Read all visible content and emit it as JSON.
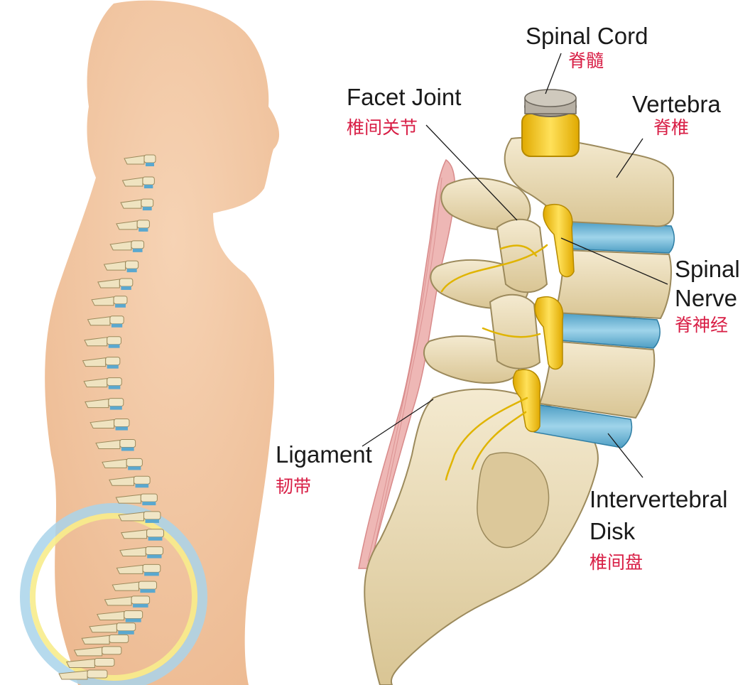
{
  "labels": {
    "spinal_cord": {
      "en": "Spinal Cord",
      "zh": "脊髓"
    },
    "facet_joint": {
      "en": "Facet Joint",
      "zh": "椎间关节"
    },
    "vertebra": {
      "en": "Vertebra",
      "zh": "脊椎"
    },
    "spinal_nerve": {
      "en_line1": "Spinal",
      "en_line2": "Nerve",
      "zh": "脊神经"
    },
    "ligament": {
      "en": "Ligament",
      "zh": "韧带"
    },
    "intervertebral_disk": {
      "en_line1": "Intervertebral",
      "en_line2": "Disk",
      "zh": "椎间盘"
    }
  },
  "colors": {
    "chinese_label": "#d81e45",
    "skin": "#f2c7a3",
    "bone": "#eadbb0",
    "disk": "#6fb4d2",
    "nerve": "#f2c21c",
    "ligament": "#e9a9a9",
    "highlight_ring_outer": "#a9d3ea",
    "highlight_ring_inner": "#f7ec8c"
  }
}
